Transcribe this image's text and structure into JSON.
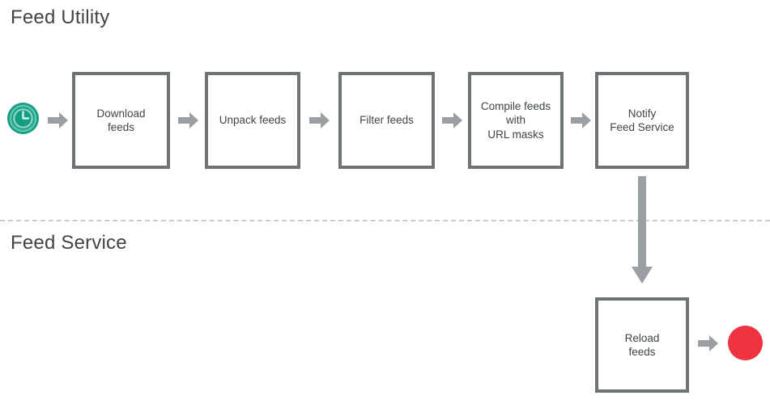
{
  "diagram": {
    "title_utility": "Feed Utility",
    "title_service": "Feed Service",
    "colors": {
      "box_border": "#6e7376",
      "box_fill": "#ffffff",
      "text": "#3f4548",
      "arrow": "#9a9fa2",
      "divider": "#c9cccd",
      "start_node": "#159e84",
      "end_node": "#ef3340"
    },
    "lanes": [
      {
        "name": "Feed Utility",
        "nodes": [
          {
            "id": "start",
            "type": "start-event",
            "icon": "clock-icon",
            "label": ""
          },
          {
            "id": "download",
            "type": "process",
            "label": "Download\nfeeds"
          },
          {
            "id": "unpack",
            "type": "process",
            "label": "Unpack feeds"
          },
          {
            "id": "filter",
            "type": "process",
            "label": "Filter feeds"
          },
          {
            "id": "compile",
            "type": "process",
            "label": "Compile feeds\nwith\nURL masks"
          },
          {
            "id": "notify",
            "type": "process",
            "label": "Notify\nFeed Service"
          }
        ]
      },
      {
        "name": "Feed Service",
        "nodes": [
          {
            "id": "reload",
            "type": "process",
            "label": "Reload\nfeeds"
          },
          {
            "id": "end",
            "type": "end-event",
            "label": ""
          }
        ]
      }
    ],
    "connectors": [
      {
        "from": "start",
        "to": "download",
        "direction": "right"
      },
      {
        "from": "download",
        "to": "unpack",
        "direction": "right"
      },
      {
        "from": "unpack",
        "to": "filter",
        "direction": "right"
      },
      {
        "from": "filter",
        "to": "compile",
        "direction": "right"
      },
      {
        "from": "compile",
        "to": "notify",
        "direction": "right"
      },
      {
        "from": "notify",
        "to": "reload",
        "direction": "down"
      },
      {
        "from": "reload",
        "to": "end",
        "direction": "right"
      }
    ]
  }
}
